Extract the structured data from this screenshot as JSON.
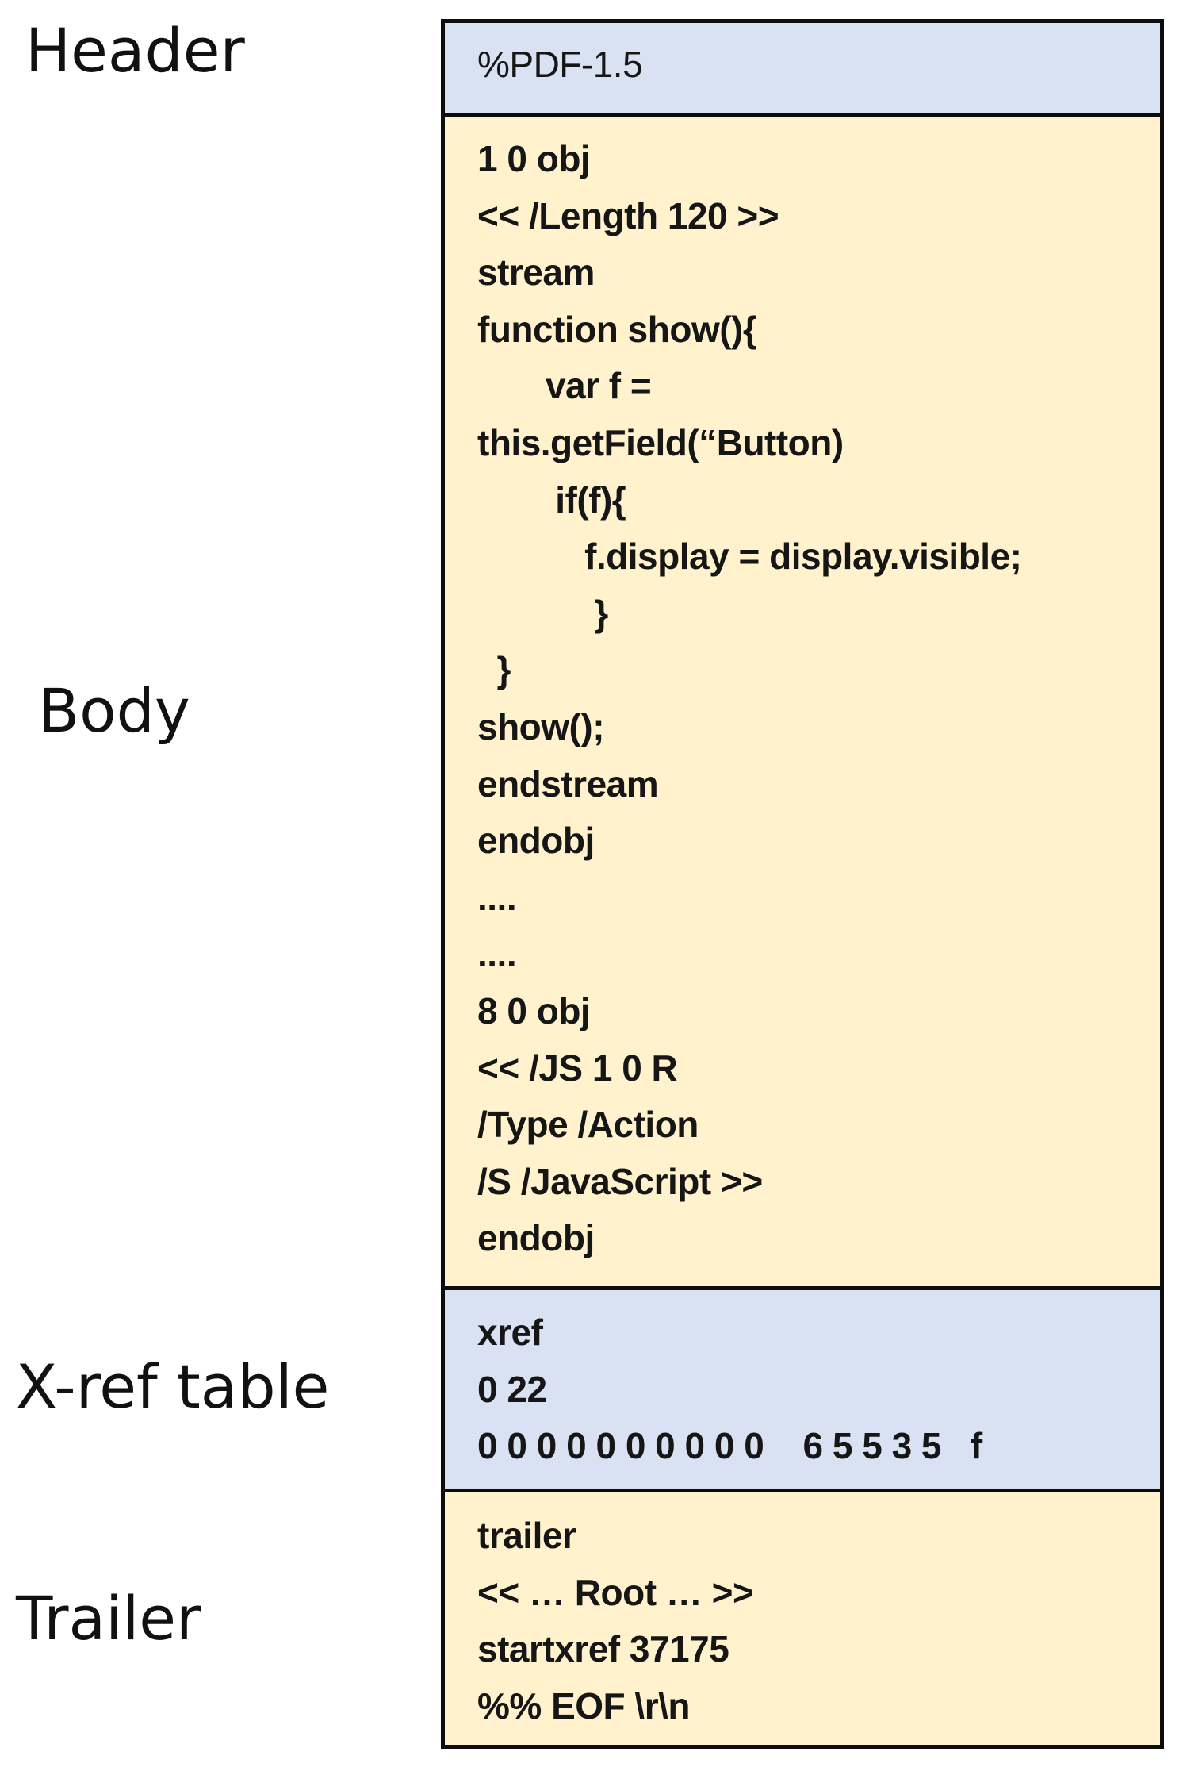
{
  "labels": {
    "header": "Header",
    "body": "Body",
    "xref": "X-ref table",
    "trailer": "Trailer"
  },
  "blocks": {
    "header": [
      "%PDF-1.5"
    ],
    "body": [
      "1 0 obj",
      "<< /Length 120 >>",
      "stream",
      "function show(){",
      "       var f =",
      "this.getField(“Button)",
      "        if(f){",
      "           f.display = display.visible;",
      "            }",
      "  }",
      "show();",
      "endstream",
      "endobj",
      "....",
      "....",
      "8 0 obj",
      "<< /JS 1 0 R",
      "/Type /Action",
      "/S /JavaScript >>",
      "endobj"
    ],
    "xref": [
      "xref",
      "0 22",
      "0 0 0 0 0 0 0 0 0 0    6 5 5 3 5   f"
    ],
    "trailer": [
      "trailer",
      "<< … Root … >>",
      "startxref 37175",
      "%% EOF \\r\\n"
    ]
  },
  "colors": {
    "header_fill": "#d9e2f2",
    "body_fill": "#fff2cc",
    "xref_fill": "#d9e2f2",
    "trailer_fill": "#fff2cc",
    "border": "#0d0d0d"
  }
}
